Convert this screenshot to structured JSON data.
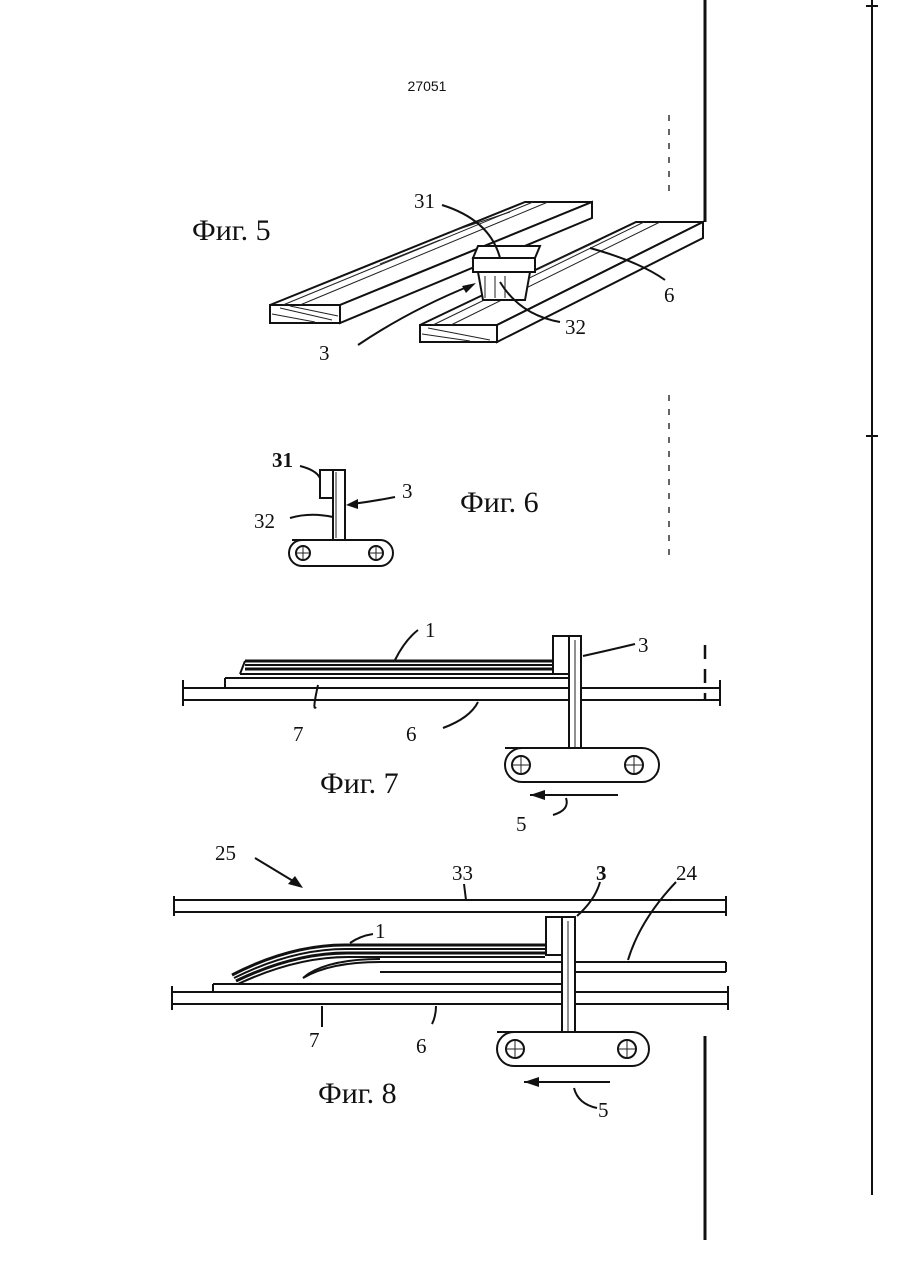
{
  "document_number": "27051",
  "figures": [
    {
      "id": "fig5",
      "caption": "Фиг. 5",
      "labels": [
        "31",
        "6",
        "32",
        "3"
      ]
    },
    {
      "id": "fig6",
      "caption": "Фиг. 6",
      "labels": [
        "31",
        "3",
        "32"
      ]
    },
    {
      "id": "fig7",
      "caption": "Фиг. 7",
      "labels": [
        "1",
        "3",
        "7",
        "6",
        "5"
      ]
    },
    {
      "id": "fig8",
      "caption": "Фиг. 8",
      "labels": [
        "25",
        "33",
        "3",
        "24",
        "1",
        "7",
        "6",
        "5"
      ]
    }
  ]
}
